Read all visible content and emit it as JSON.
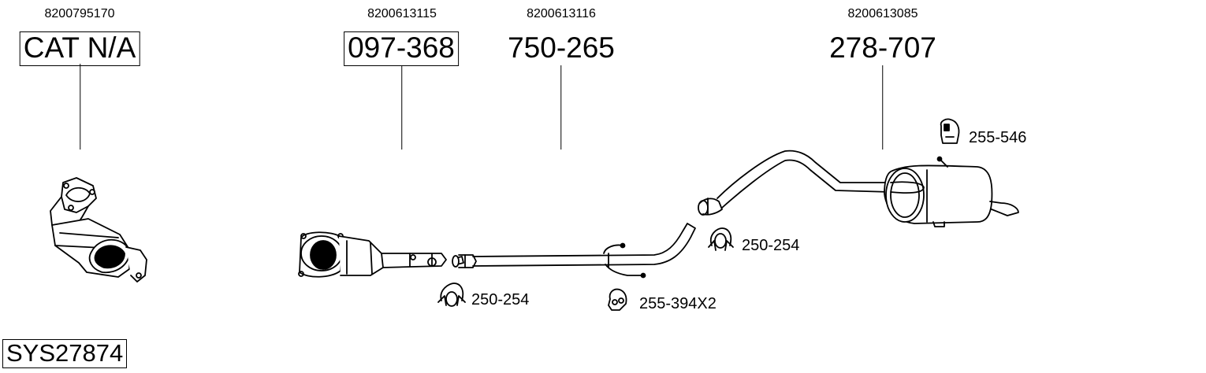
{
  "columns": [
    {
      "oem": "8200795170",
      "part": "CAT N/A",
      "boxed": true
    },
    {
      "oem": "8200613115",
      "part": "097-368",
      "boxed": true
    },
    {
      "oem": "8200613116",
      "part": "750-265",
      "boxed": false
    },
    {
      "oem": "8200613085",
      "part": "278-707",
      "boxed": false
    }
  ],
  "accessories": {
    "clamp_a": "250-254",
    "clamp_b": "250-254",
    "hanger_a": "255-394X2",
    "hanger_b": "255-546"
  },
  "system_id": "SYS27874"
}
